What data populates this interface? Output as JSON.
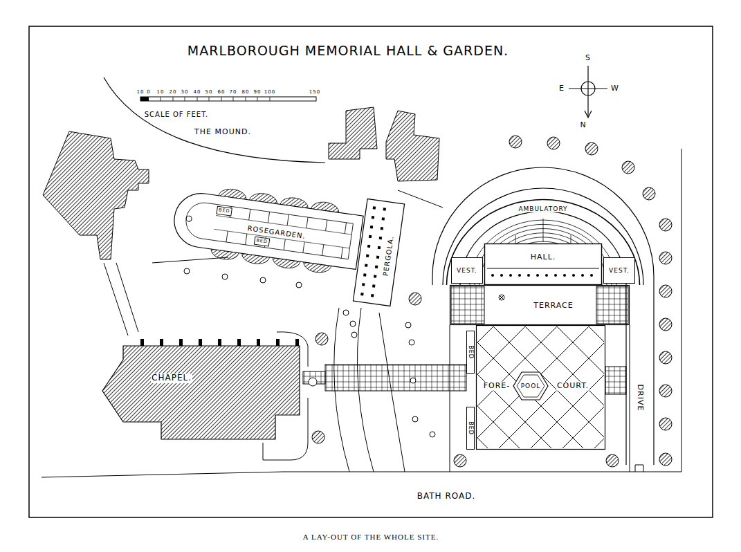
{
  "diagram": {
    "title": "MARLBOROUGH MEMORIAL HALL & GARDEN.",
    "caption": "A LAY-OUT OF THE WHOLE SITE.",
    "nodes": [
      {
        "text": [
          "ROSEGARDEN."
        ]
      },
      {
        "text": [
          "BED"
        ],
        "in": 0
      },
      {
        "text": [
          "BED"
        ],
        "in": 0
      },
      {
        "text": [
          "PERGOLA."
        ]
      },
      {
        "text": [
          "AMBULATORY"
        ]
      },
      {
        "text": [
          "HALL."
        ],
        "in": 4
      },
      {
        "text": [
          "VEST."
        ],
        "in": 4
      },
      {
        "text": [
          "VEST."
        ],
        "in": 4
      },
      {
        "text": [
          "TERRACE"
        ]
      },
      {
        "text": [
          "FORE-",
          "COURT."
        ]
      },
      {
        "text": [
          "POOL"
        ],
        "in": 9
      },
      {
        "text": [
          "BED"
        ]
      },
      {
        "text": [
          "BED"
        ]
      },
      {
        "text": [
          "CHAPEL."
        ]
      }
    ],
    "labels": [
      "10",
      "0",
      "10",
      "20",
      "30",
      "40",
      "50",
      "60",
      "70",
      "80",
      "90",
      "100",
      "150",
      "SCALE OF FEET.",
      "THE MOUND.",
      "S",
      "E",
      "W",
      "N",
      "DRIVE",
      "BATH ROAD."
    ]
  }
}
